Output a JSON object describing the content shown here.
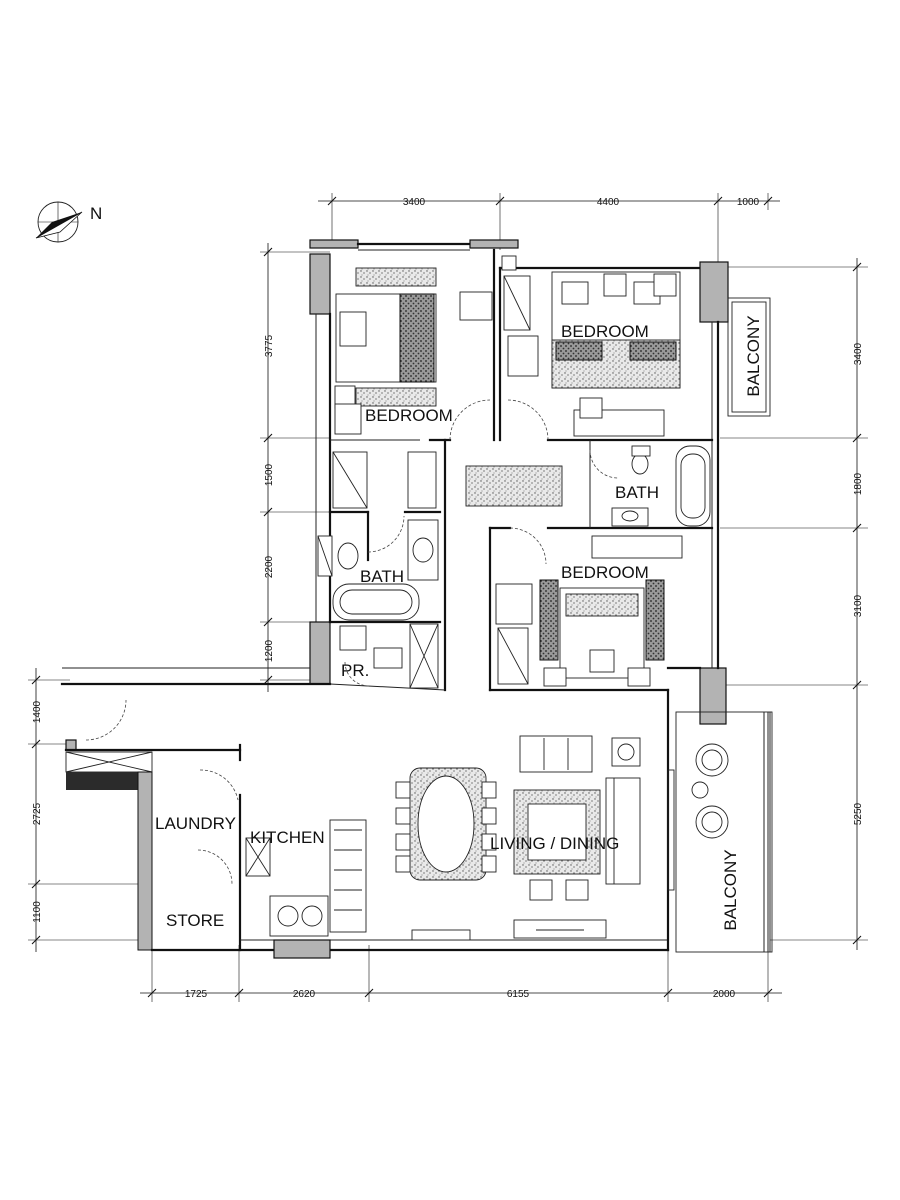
{
  "north_label": "N",
  "rooms": {
    "bedroom_1": "BEDROOM",
    "bedroom_2": "BEDROOM",
    "bedroom_3": "BEDROOM",
    "bath_1": "BATH",
    "bath_2": "BATH",
    "balcony_1": "BALCONY",
    "balcony_2": "BALCONY",
    "pr": "PR.",
    "laundry": "LAUNDRY",
    "kitchen": "KITCHEN",
    "store": "STORE",
    "living_dining": "LIVING / DINING"
  },
  "dimensions": {
    "top": [
      "3400",
      "4400",
      "1000"
    ],
    "bottom": [
      "1725",
      "2620",
      "6155",
      "2000"
    ],
    "left": [
      "3775",
      "1500",
      "2200",
      "1200"
    ],
    "left_lower": [
      "1400",
      "2725",
      "1100"
    ],
    "right": [
      "3400",
      "1800",
      "3100",
      "5250"
    ]
  }
}
